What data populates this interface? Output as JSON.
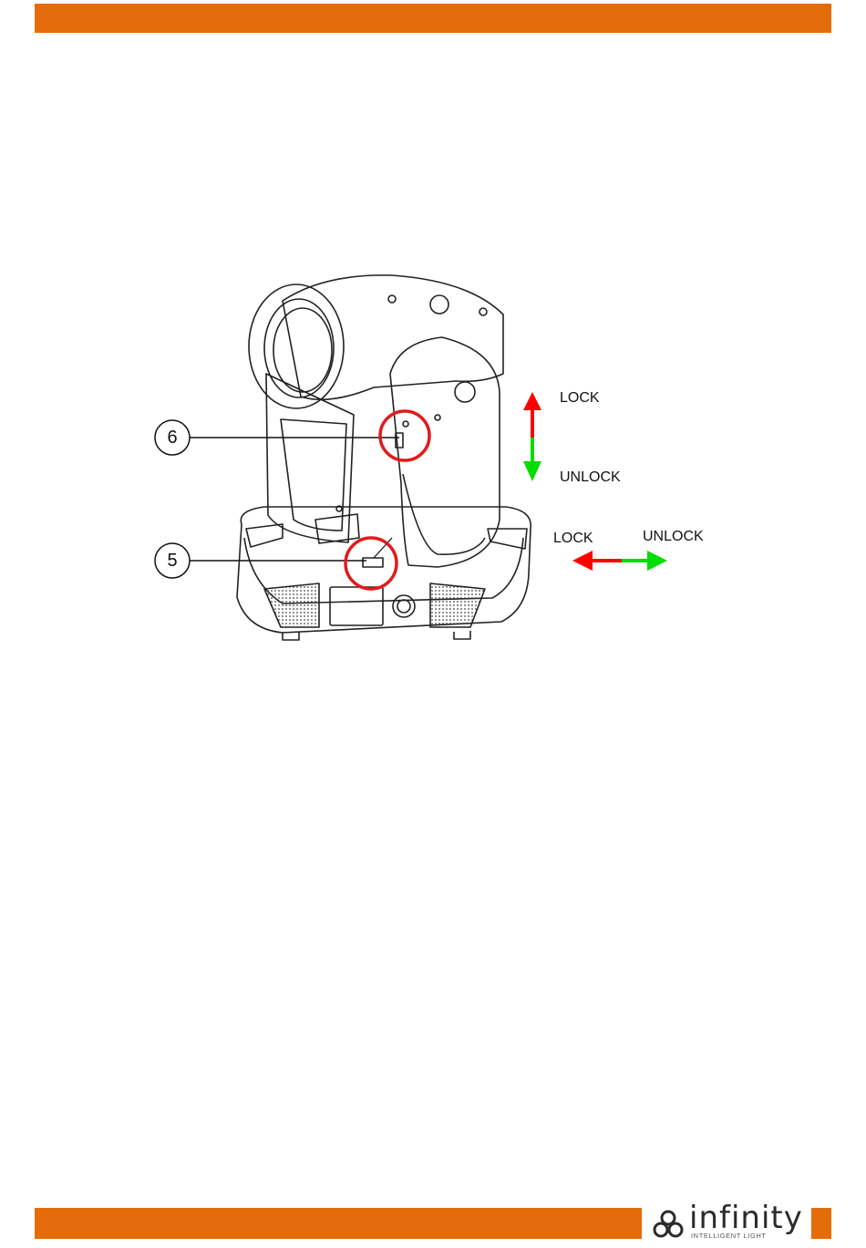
{
  "header": {
    "bar_color": "#e46c0a"
  },
  "figure": {
    "callouts": [
      "6",
      "5"
    ],
    "vertical_arrow": {
      "up_label": "LOCK",
      "down_label": "UNLOCK"
    },
    "horizontal_arrow": {
      "left_label": "LOCK",
      "right_label": "UNLOCK"
    },
    "lock_color": "#ff0000",
    "unlock_color": "#00dd00",
    "highlight_color": "#e11b1b"
  },
  "footer": {
    "bar_color": "#e46c0a",
    "logo_word": "infinity",
    "logo_tagline": "INTELLIGENT LIGHT"
  }
}
